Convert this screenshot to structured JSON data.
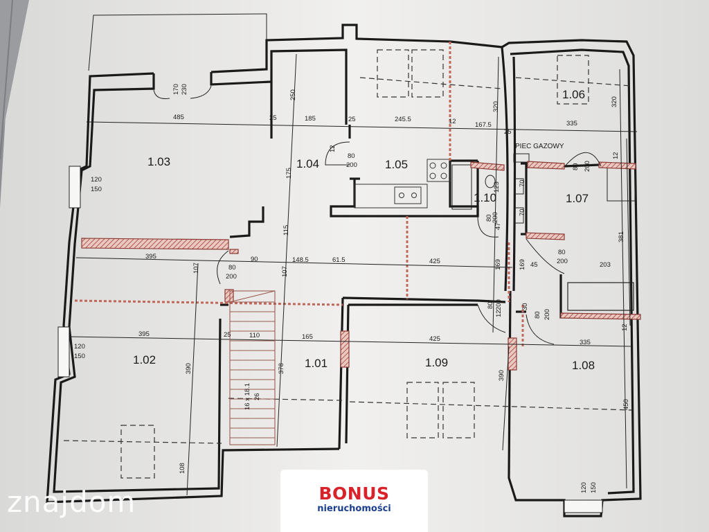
{
  "rooms": {
    "r101": "1.01",
    "r102": "1.02",
    "r103": "1.03",
    "r104": "1.04",
    "r105": "1.05",
    "r106": "1.06",
    "r107": "1.07",
    "r108": "1.08",
    "r109": "1.09",
    "r110": "1.10"
  },
  "labels": {
    "boiler": "PIEC GAZOWY"
  },
  "dims": {
    "d485": "485",
    "d185": "185",
    "d245_5": "245.5",
    "d167_5": "167.5",
    "d335a": "335",
    "d25a": "25",
    "d25b": "25",
    "d25c": "25",
    "d25d": "25",
    "d12a": "12",
    "d250": "250",
    "d320a": "320",
    "d320b": "320",
    "d170": "170",
    "d230": "230",
    "d175": "175",
    "d115": "115",
    "d107a": "107",
    "d107b": "107",
    "d395a": "395",
    "d90": "90",
    "d148_5": "148.5",
    "d61_5": "61.5",
    "d425a": "425",
    "d45": "45",
    "d203": "203",
    "d169a": "169",
    "d169b": "169",
    "d381": "381",
    "d395b": "395",
    "d110": "110",
    "d165": "165",
    "d425b": "425",
    "d335b": "335",
    "d390a": "390",
    "d378": "378",
    "d390b": "390",
    "d450": "450",
    "d108": "108",
    "d120a": "120",
    "d150a": "150",
    "d120b": "120",
    "d150b": "150",
    "d120c": "120",
    "d150c": "150",
    "d80a": "80",
    "d200a": "200",
    "d80b": "80",
    "d200b": "200",
    "d80c": "80",
    "d200c": "200",
    "d80d": "80",
    "d200d": "200",
    "d80e": "80",
    "d200e": "200",
    "d80f": "80",
    "d200f": "200",
    "d80g": "80",
    "d200g": "200",
    "d12b": "12",
    "d12c": "12",
    "d12d": "12",
    "d12e": "12",
    "d30": "30",
    "d47": "47",
    "d70a": "70",
    "d70b": "70",
    "d123": "123",
    "stairs1": "16 x 18.1",
    "stairs2": "26"
  },
  "watermark": "znajdom",
  "logo": {
    "title": "BONUS",
    "subtitle": "nieruchomości"
  },
  "colors": {
    "wall": "#1a1a1a",
    "hatch": "#b5574e",
    "paper": "#f2f1ef",
    "logo_red": "#d8232a",
    "logo_blue": "#1b3f8f"
  }
}
